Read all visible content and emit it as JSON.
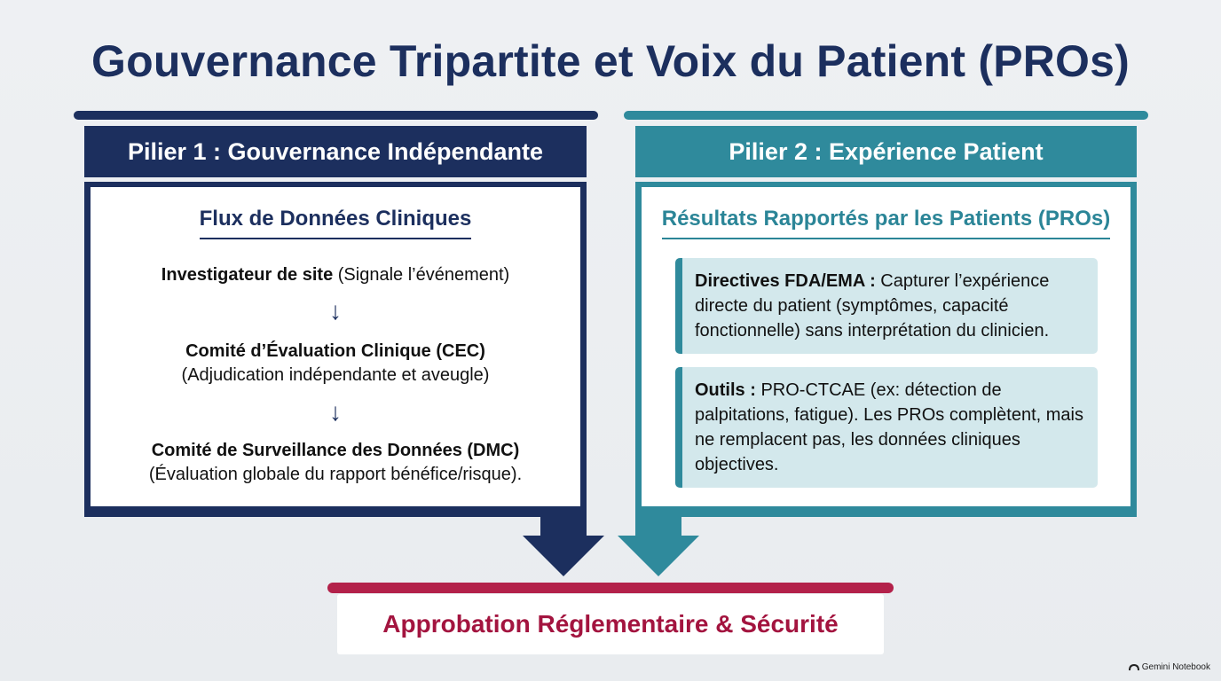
{
  "title": "Gouvernance Tripartite et Voix du Patient (PROs)",
  "pillar1": {
    "header": "Pilier 1 : Gouvernance Indépendante",
    "subheading": "Flux de Données Cliniques",
    "steps": [
      {
        "bold": "Investigateur de site",
        "text": " (Signale l’événement)"
      },
      {
        "bold": "Comité d’Évaluation Clinique (CEC)",
        "text": "(Adjudication indépendante et aveugle)"
      },
      {
        "bold": "Comité de Surveillance des Données (DMC)",
        "text": "(Évaluation globale du rapport bénéfice/risque)."
      }
    ],
    "arrow_glyph": "↓"
  },
  "pillar2": {
    "header": "Pilier 2 : Expérience Patient",
    "subheading": "Résultats Rapportés par les Patients (PROs)",
    "cards": [
      {
        "bold": "Directives FDA/EMA :",
        "text": " Capturer l’expérience directe du patient (symptômes, capacité fonctionnelle) sans interprétation du clinicien."
      },
      {
        "bold": "Outils :",
        "text": " PRO-CTCAE (ex: détection de palpitations, fatigue). Les PROs complètent, mais ne remplacent pas, les données cliniques objectives."
      }
    ]
  },
  "result": {
    "label": "Approbation Réglementaire & Sécurité"
  },
  "watermark": "Gemini Notebook",
  "colors": {
    "navy": "#1c2f5e",
    "teal": "#2f8a9c",
    "crimson": "#a3143f"
  }
}
